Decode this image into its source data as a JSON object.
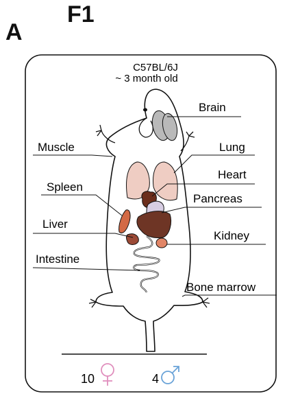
{
  "panel_letter": "A",
  "figure_id": "F1",
  "strain": "C57BL/6J",
  "age": "~ 3 month old",
  "labels": {
    "brain": "Brain",
    "muscle": "Muscle",
    "lung": "Lung",
    "heart": "Heart",
    "spleen": "Spleen",
    "pancreas": "Pancreas",
    "liver": "Liver",
    "kidney": "Kidney",
    "intestine": "Intestine",
    "bone_marrow": "Bone marrow"
  },
  "counts": {
    "female": "10",
    "male": "4"
  },
  "colors": {
    "female_symbol": "#e08fbd",
    "male_symbol": "#6aa3d8",
    "brain": "#b9b9b9",
    "lung": "#efcdc3",
    "heart": "#6b2e1c",
    "spleen": "#d36a45",
    "pancreas": "#d7cde2",
    "liver": "#6e3525",
    "kidney": "#e18566"
  },
  "icons": {
    "female": "female-symbol-icon",
    "male": "male-symbol-icon"
  }
}
